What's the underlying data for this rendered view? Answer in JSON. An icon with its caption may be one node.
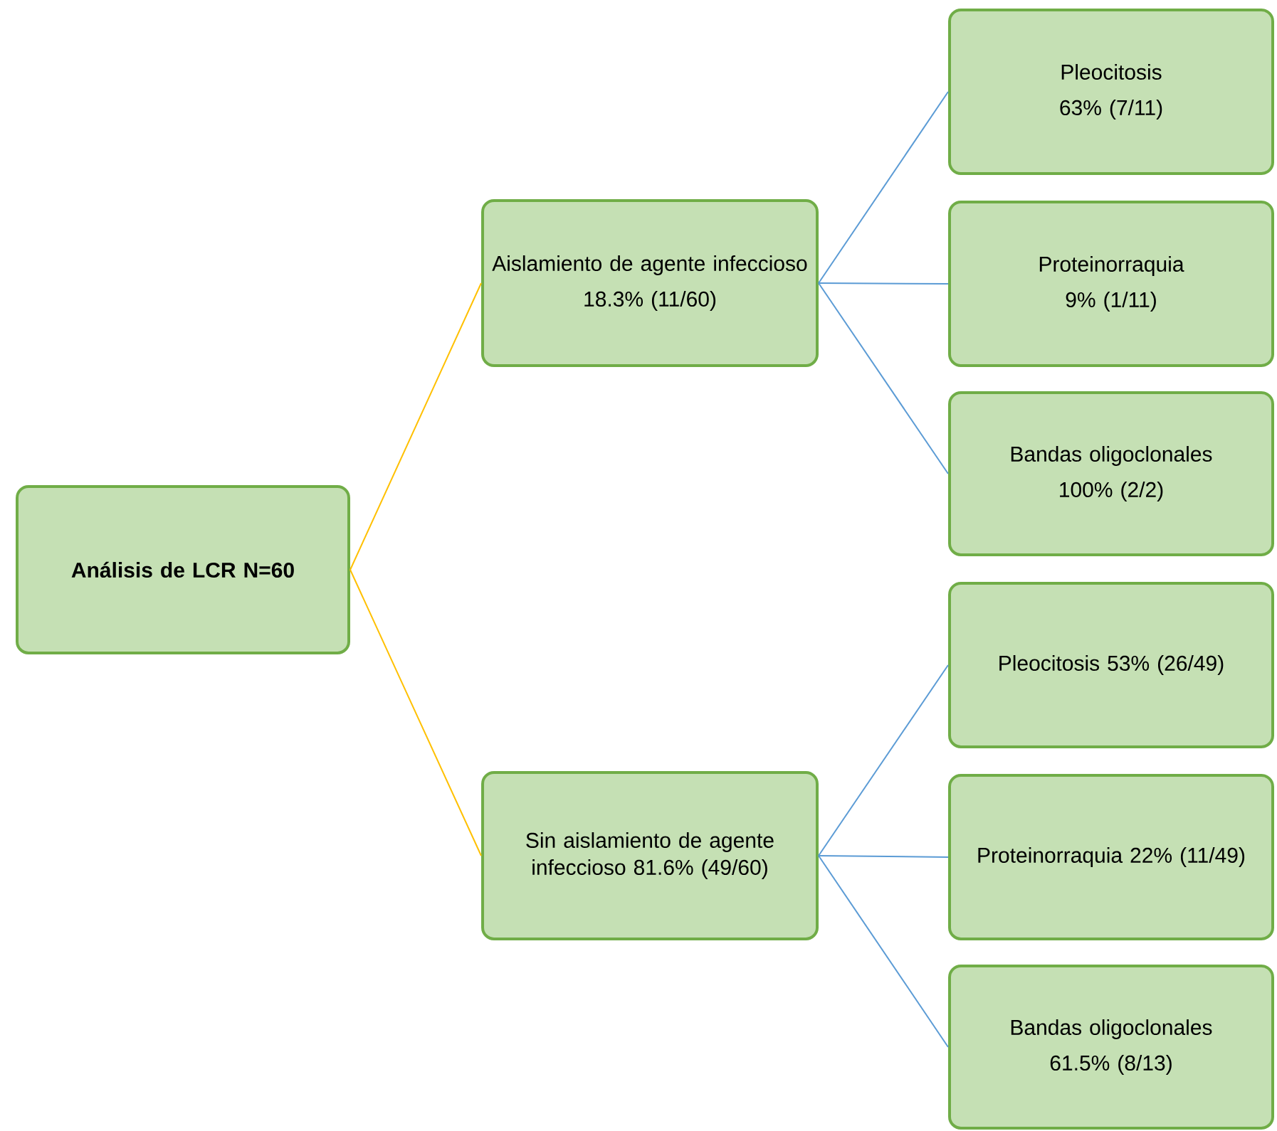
{
  "diagram": {
    "nodes": [
      {
        "text": [
          "Análisis de LCR N=60"
        ]
      },
      {
        "text": [
          "Aislamiento de agente infeccioso",
          "18.3% (11/60)"
        ]
      },
      {
        "text": [
          "Pleocitosis",
          "63% (7/11)"
        ]
      },
      {
        "text": [
          "Proteinorraquia",
          "9% (1/11)"
        ]
      },
      {
        "text": [
          "Bandas oligoclonales",
          "100% (2/2)"
        ]
      },
      {
        "text": [
          "Sin aislamiento de agente infeccioso 81.6% (49/60)"
        ]
      },
      {
        "text": [
          "Pleocitosis  53% (26/49)"
        ]
      },
      {
        "text": [
          "Proteinorraquia 22% (11/49)"
        ]
      },
      {
        "text": [
          "Bandas oligoclonales",
          "61.5% (8/13)"
        ]
      }
    ],
    "edges": [
      {
        "from": 0,
        "to": 1,
        "arrow": "none",
        "color": "#ffc000"
      },
      {
        "from": 0,
        "to": 5,
        "arrow": "none",
        "color": "#ffc000"
      },
      {
        "from": 1,
        "to": 2,
        "arrow": "none"
      },
      {
        "from": 1,
        "to": 3,
        "arrow": "none"
      },
      {
        "from": 1,
        "to": 4,
        "arrow": "none"
      },
      {
        "from": 5,
        "to": 6,
        "arrow": "none"
      },
      {
        "from": 5,
        "to": 7,
        "arrow": "none"
      },
      {
        "from": 5,
        "to": 8,
        "arrow": "none"
      }
    ]
  }
}
